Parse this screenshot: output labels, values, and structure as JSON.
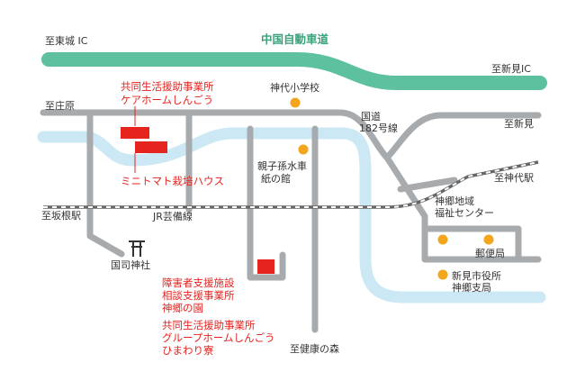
{
  "map": {
    "colors": {
      "expressway": "#5dc1a0",
      "road": "#a8abad",
      "river": "#cde8f5",
      "railway": "#666666",
      "facility": "#e52420",
      "landmark": "#f3a51c",
      "facility_text": "#e52420",
      "expressway_text": "#3aa37a",
      "text": "#333333"
    },
    "expressway_label": "中国自動車道",
    "directions": {
      "to_higashi_ic": "至東城 IC",
      "to_niimi_ic": "至新見IC",
      "to_shobara": "至庄原",
      "to_niimi": "至新見",
      "to_kojiro_station": "至神代駅",
      "to_sakane_station": "至坂根駅",
      "to_kenko_no_mori": "至健康の森"
    },
    "railway_label": "JR芸備線",
    "national_route_line1": "国道",
    "national_route_line2": "182号線",
    "landmarks": {
      "school": "神代小学校",
      "kodanemizu_line1": "親子孫水車",
      "kodanemizu_line2": "紙の館",
      "welfare_center_line1": "神郷地域",
      "welfare_center_line2": "福祉センター",
      "post_office": "郵便局",
      "city_office_line1": "新見市役所",
      "city_office_line2": "神郷支局",
      "shrine": "国司神社"
    },
    "facilities": {
      "care_home_line1": "共同生活援助事業所",
      "care_home_line2": "ケアホームしんごう",
      "tomato_house": "ミニトマト栽培ハウス",
      "support_line1": "障害者支援施設",
      "support_line2": "相談支援事業所",
      "support_line3": "神郷の園",
      "group_home_line1": "共同生活援助事業所",
      "group_home_line2": "グループホームしんごう",
      "group_home_line3": "ひまわり寮"
    }
  }
}
